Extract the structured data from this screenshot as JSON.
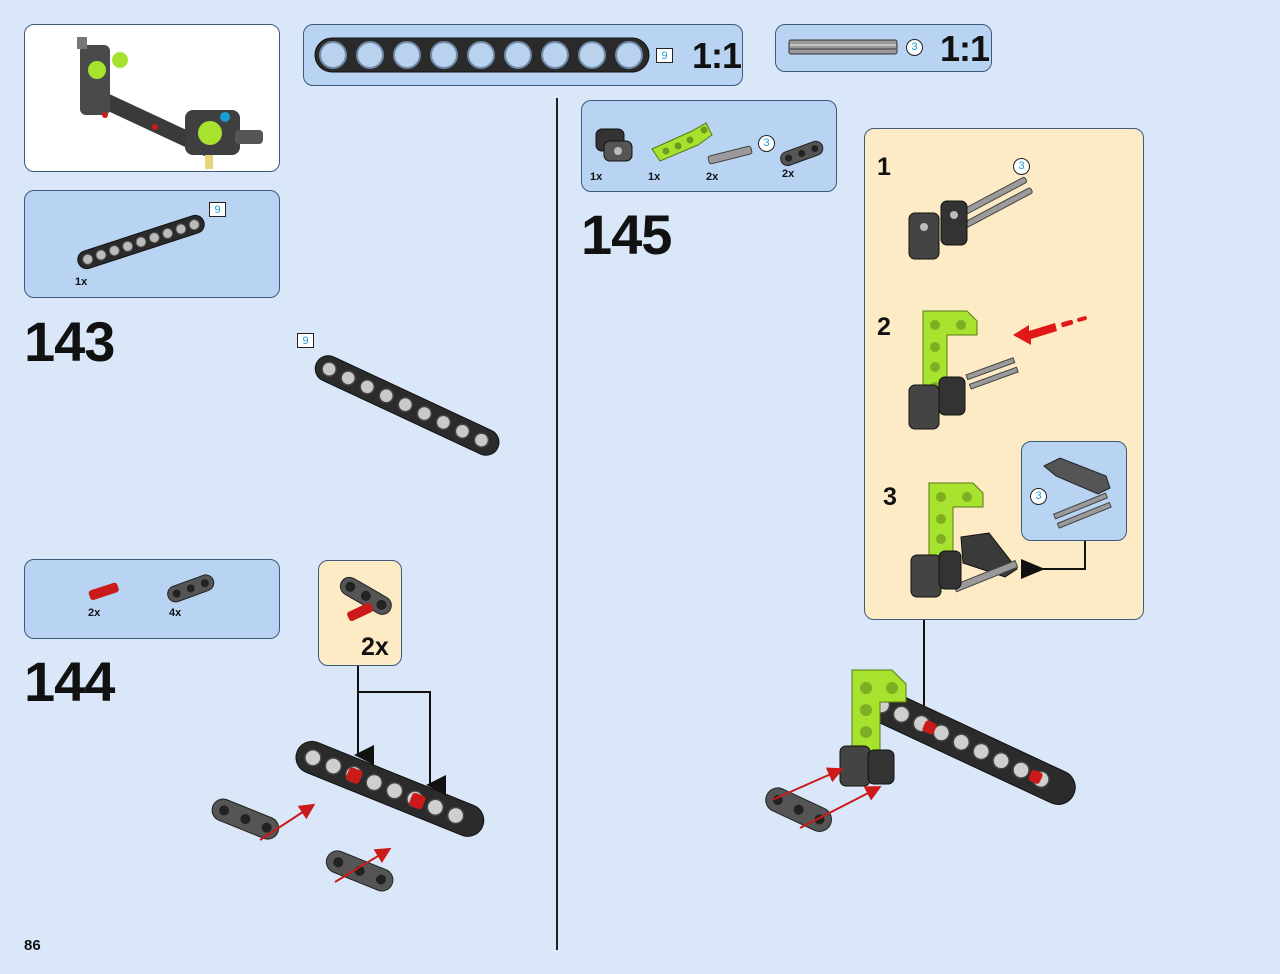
{
  "page_number": "86",
  "scale_beam": {
    "length_label": "9",
    "ratio": "1:1"
  },
  "scale_axle": {
    "length_label": "3",
    "ratio": "1:1"
  },
  "step_143": {
    "number": "143",
    "parts": [
      {
        "qty": "1x",
        "length_label": "9"
      }
    ],
    "callout_length_label": "9"
  },
  "step_144": {
    "number": "144",
    "parts": [
      {
        "qty": "2x"
      },
      {
        "qty": "4x"
      }
    ],
    "subassembly_multiplier": "2x"
  },
  "step_145": {
    "number": "145",
    "parts": [
      {
        "qty": "1x"
      },
      {
        "qty": "1x"
      },
      {
        "qty": "2x",
        "length_label": "3"
      },
      {
        "qty": "2x"
      }
    ],
    "substeps": [
      {
        "number": "1",
        "length_label": "3"
      },
      {
        "number": "2"
      },
      {
        "number": "3",
        "inset_length_label": "3"
      }
    ]
  },
  "colors": {
    "background": "#d9e7f8",
    "part_panel": "#b8d4f2",
    "subassembly_panel": "#fdebc6",
    "lime_green": "#a6e22e",
    "dark_grey": "#3a3a3a",
    "red": "#cc1a1a",
    "number_blue": "#1a9fd4"
  }
}
